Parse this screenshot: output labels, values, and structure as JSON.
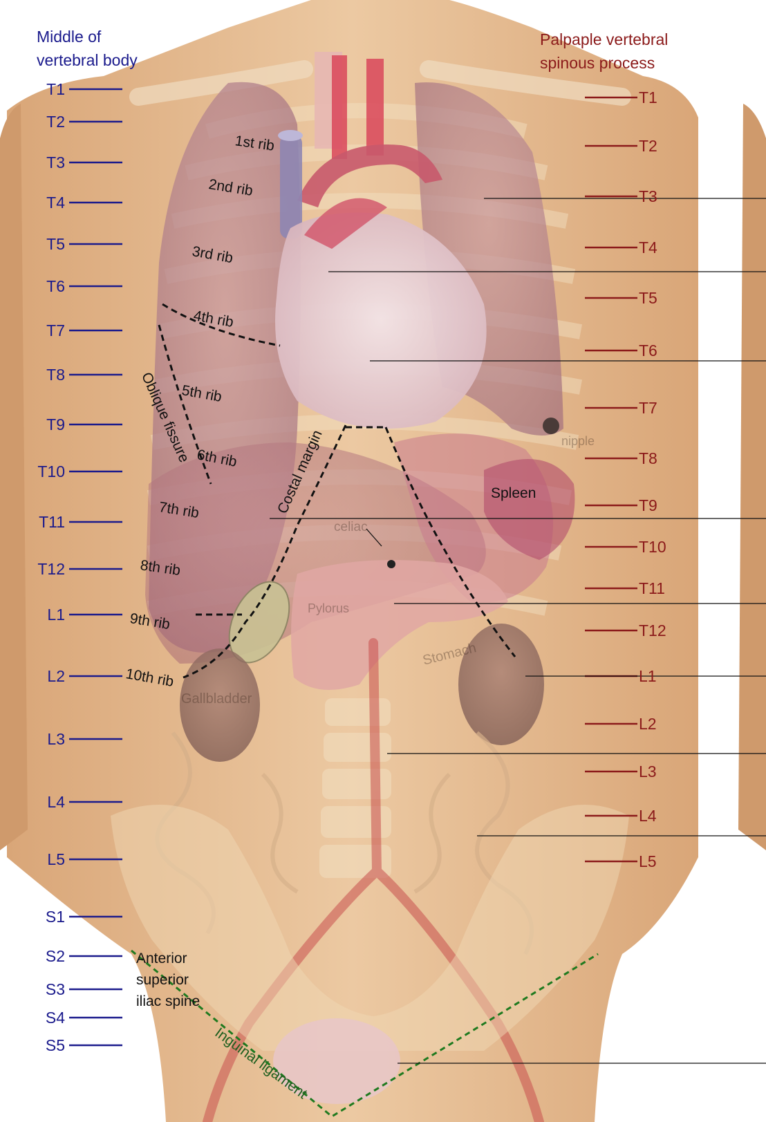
{
  "headers": {
    "left_line1": "Middle of",
    "left_line2": "vertebral body",
    "right_line1": "Palpaple vertebral",
    "right_line2": "spinous process"
  },
  "left_levels": [
    "T1",
    "T2",
    "T3",
    "T4",
    "T5",
    "T6",
    "T7",
    "T8",
    "T9",
    "T10",
    "T11",
    "T12",
    "L1",
    "L2",
    "L3",
    "L4",
    "L5",
    "S1",
    "S2",
    "S3",
    "S4",
    "S5"
  ],
  "right_levels": [
    "T1",
    "T2",
    "T3",
    "T4",
    "T5",
    "T6",
    "T7",
    "T8",
    "T9",
    "T10",
    "T11",
    "T12",
    "L1",
    "L2",
    "L3",
    "L4",
    "L5"
  ],
  "ribs": [
    "1st rib",
    "2nd rib",
    "3rd rib",
    "4th rib",
    "5th rib",
    "6th rib",
    "7th rib",
    "8th rib",
    "9th rib",
    "10th rib"
  ],
  "labels": {
    "oblique_fissure": "Oblique fissure",
    "costal_margin": "Costal margin",
    "spleen": "Spleen",
    "asis_line1": "Anterior",
    "asis_line2": "superior",
    "asis_line3": "iliac spine",
    "inguinal_ligament": "Inguinal ligament"
  },
  "faint_labels": {
    "celiac": "celiac",
    "stomach": "Stomach",
    "gallbladder": "Gallbladder",
    "pylorus": "Pylorus",
    "nipple": "nipple"
  },
  "colors": {
    "left_axis": "#1a1a8c",
    "right_axis": "#8b1a1a",
    "skin": "#e3b98e",
    "inguinal": "#1f7a1f"
  }
}
